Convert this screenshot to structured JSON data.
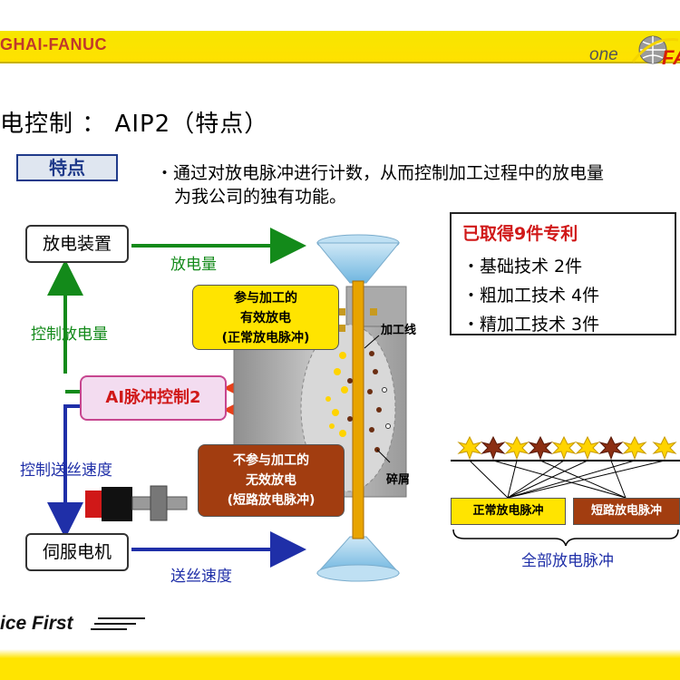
{
  "header": {
    "brand": "GHAI-FANUC",
    "logo_one": "one",
    "logo_fa": "FA"
  },
  "title": "电控制 ： AIP2（特点）",
  "feature": {
    "label": "特点",
    "line1": "・通过对放电脉冲进行计数，从而控制加工过程中的放电量",
    "line2": "为我公司的独有功能。"
  },
  "diagram": {
    "discharge_device": "放电装置",
    "servo_motor": "伺服电机",
    "ai_control": "AI脉冲控制2",
    "discharge_amount": "放电量",
    "control_discharge": "控制放电量",
    "control_wire_speed": "控制送丝速度",
    "wire_speed": "送丝速度",
    "effective_line1": "参与加工的",
    "effective_line2": "有效放电",
    "effective_line3": "(正常放电脉冲)",
    "ineffective_line1": "不参与加工的",
    "ineffective_line2": "无效放电",
    "ineffective_line3": "(短路放电脉冲)",
    "wire_label": "加工线",
    "debris_label": "碎屑"
  },
  "patents": {
    "title": "已取得9件专利",
    "items": [
      "・基础技术 2件",
      "・粗加工技术 4件",
      "・精加工技术 3件"
    ]
  },
  "pulses": {
    "normal": "正常放电脉冲",
    "short": "短路放电脉冲",
    "all": "全部放电脉冲"
  },
  "footer": {
    "slogan": "ice First"
  },
  "colors": {
    "yellow": "#ffe400",
    "brown": "#a23d10",
    "green": "#138a1a",
    "blue": "#1f2fa8",
    "red": "#e8401a",
    "pink": "#f3dcf0"
  }
}
